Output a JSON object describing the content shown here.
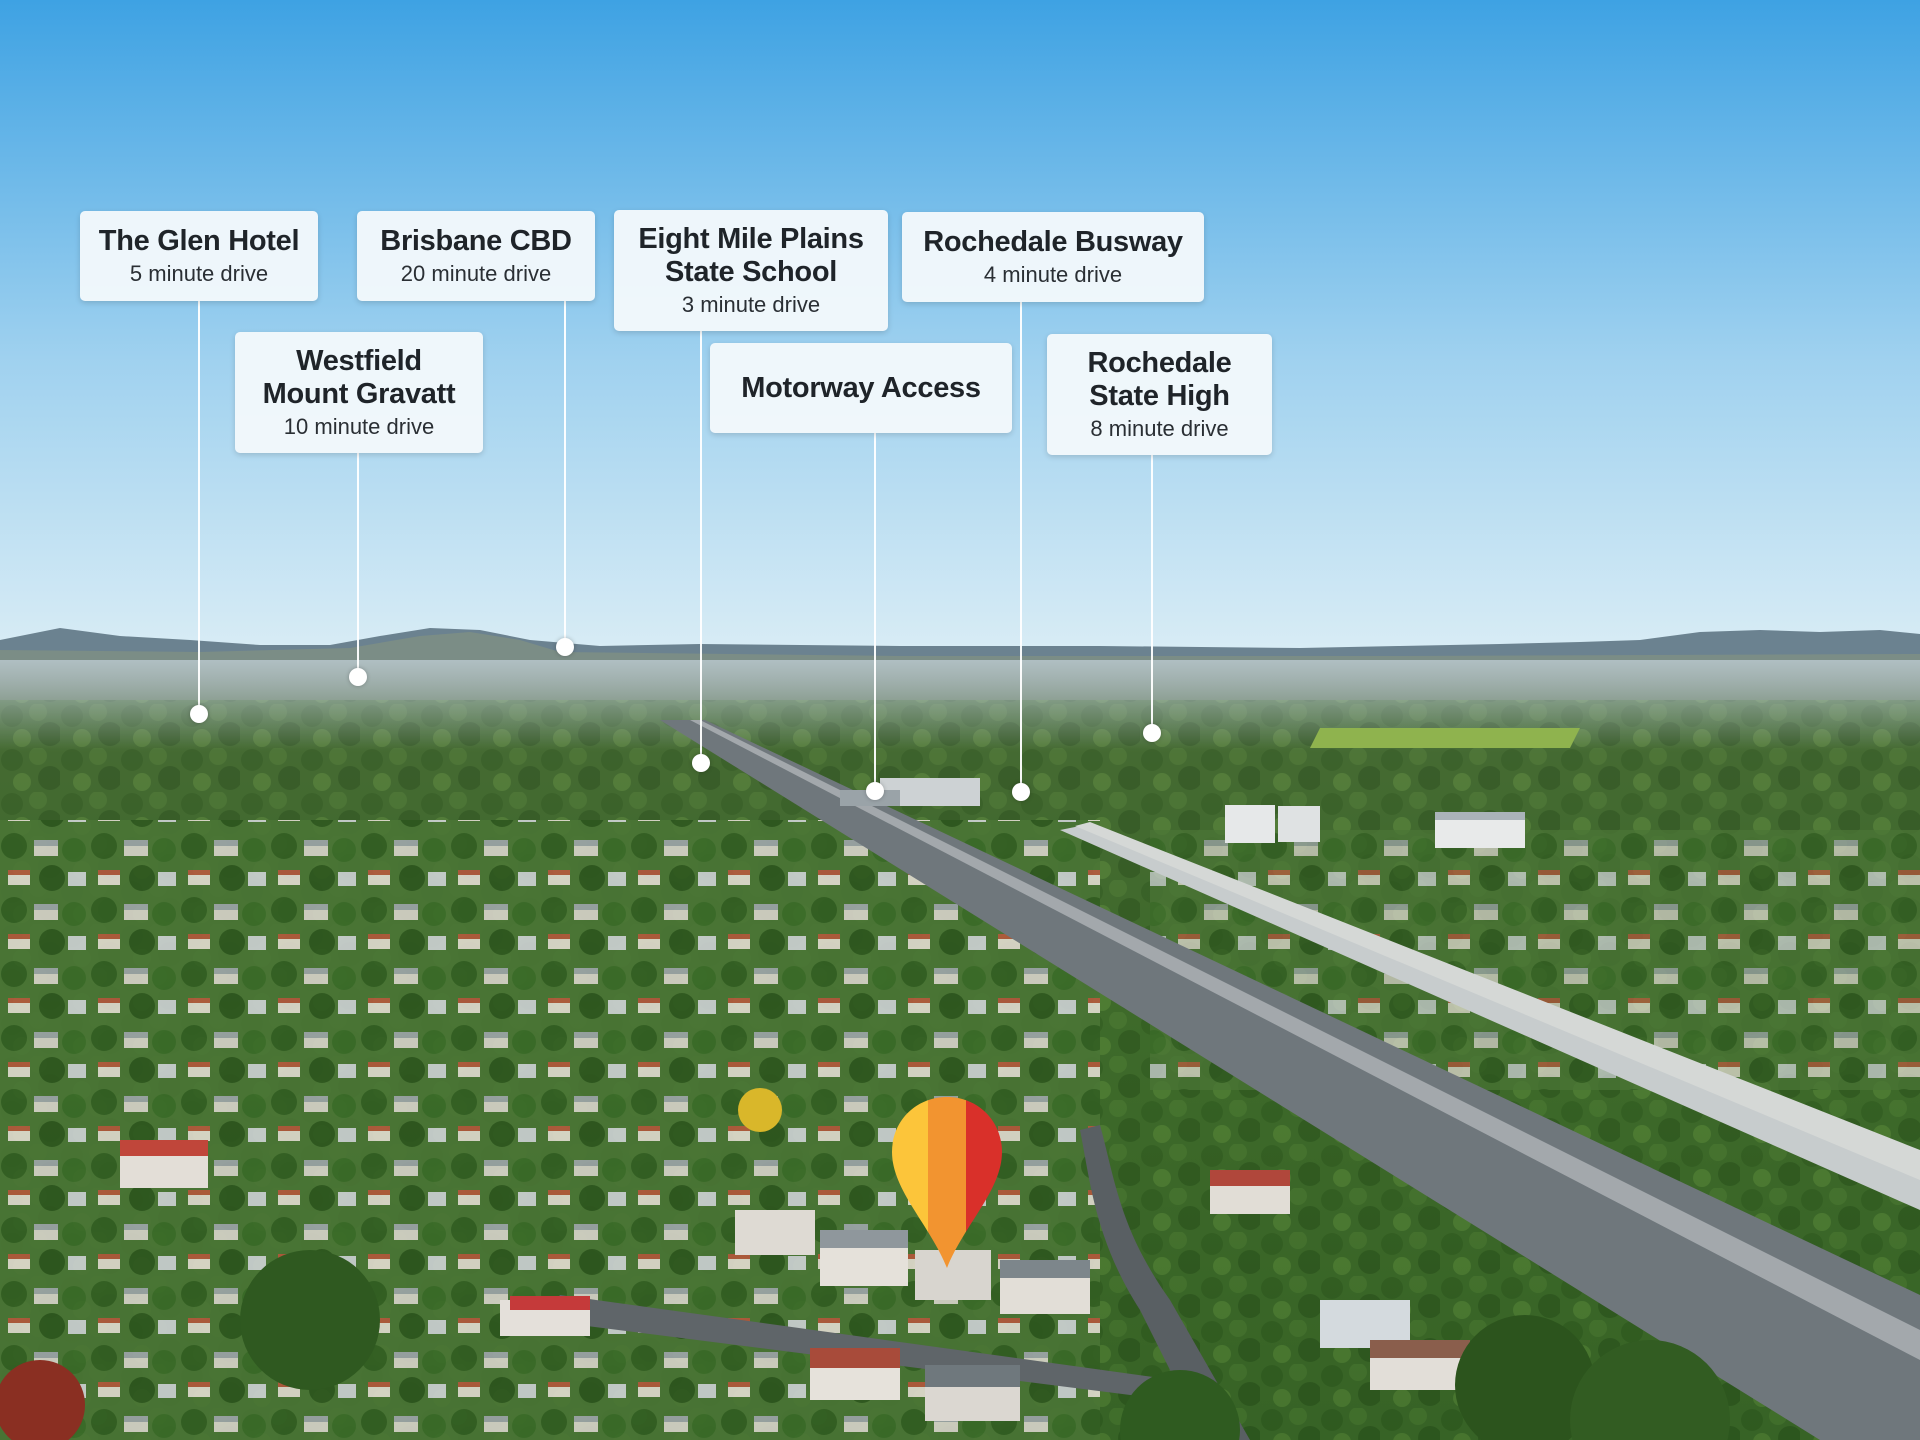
{
  "labels": [
    {
      "id": "glen",
      "title": "The Glen Hotel",
      "drive": "5 minute drive"
    },
    {
      "id": "cbd",
      "title": "Brisbane CBD",
      "drive": "20 minute drive"
    },
    {
      "id": "west",
      "title_line1": "Westfield",
      "title_line2": "Mount Gravatt",
      "drive": "10 minute drive"
    },
    {
      "id": "eight",
      "title_line1": "Eight Mile Plains",
      "title_line2": "State School",
      "drive": "3 minute drive"
    },
    {
      "id": "motor",
      "title": "Motorway Access"
    },
    {
      "id": "busway",
      "title": "Rochedale Busway",
      "drive": "4 minute drive"
    },
    {
      "id": "high",
      "title_line1": "Rochedale",
      "title_line2": "State High",
      "drive": "8 minute drive"
    }
  ],
  "colors": {
    "card_bg": "#f2f8fb",
    "card_text": "#1f2429",
    "sky_top": "#3b9ee0",
    "sky_bottom": "#d4eaf6",
    "pin_yellow": "#fcc53a",
    "pin_orange": "#f29430",
    "pin_red": "#d9302a"
  },
  "icons": {
    "property_marker": "map-pin-icon"
  }
}
